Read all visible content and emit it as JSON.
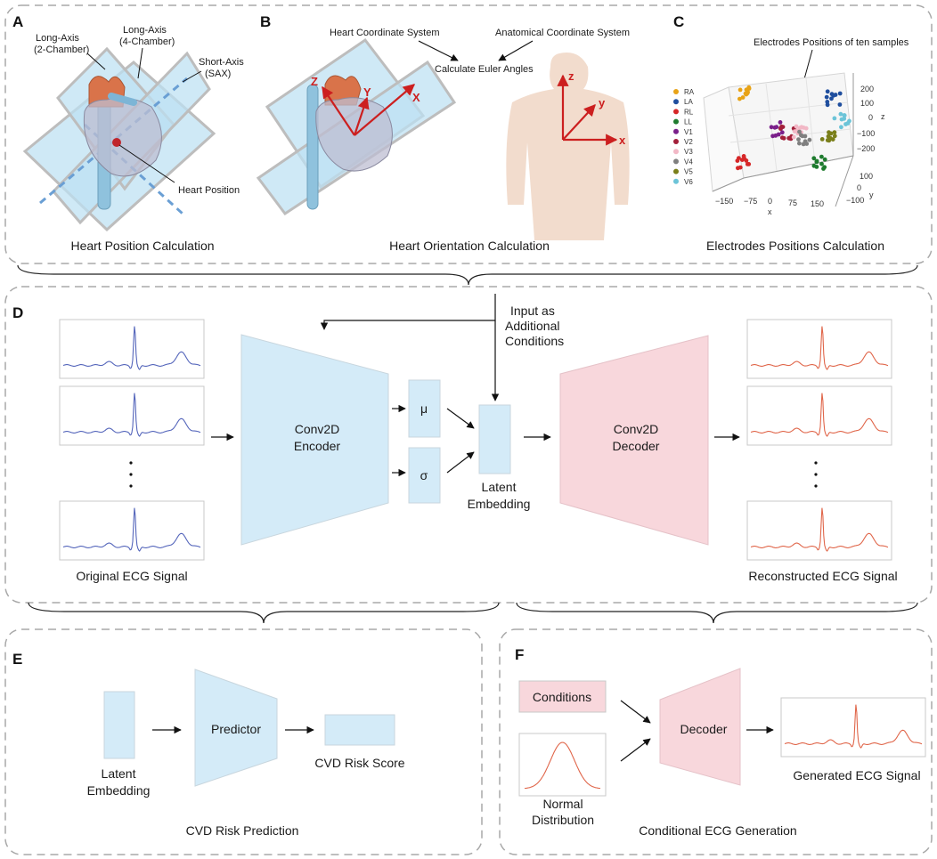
{
  "panels": {
    "A": {
      "letter": "A",
      "caption": "Heart Position Calculation",
      "long_axis_2ch_line1": "Long-Axis",
      "long_axis_2ch_line2": "(2-Chamber)",
      "long_axis_4ch_line1": "Long-Axis",
      "long_axis_4ch_line2": "(4-Chamber)",
      "short_axis_line1": "Short-Axis",
      "short_axis_line2": "(SAX)",
      "heart_position": "Heart Position"
    },
    "B": {
      "letter": "B",
      "caption": "Heart Orientation Calculation",
      "heart_coord": "Heart Coordinate System",
      "anatomical_coord": "Anatomical Coordinate System",
      "euler": "Calculate Euler Angles",
      "axis_Z": "Z",
      "axis_Y": "Y",
      "axis_X": "X",
      "axis_z": "z",
      "axis_y": "y",
      "axis_x": "x"
    },
    "C": {
      "letter": "C",
      "caption": "Electrodes Positions Calculation",
      "title": "Electrodes Positions of ten samples",
      "legend": [
        {
          "name": "RA",
          "color": "#e8a317"
        },
        {
          "name": "LA",
          "color": "#1f4e9e"
        },
        {
          "name": "RL",
          "color": "#d62728"
        },
        {
          "name": "LL",
          "color": "#1e7b2e"
        },
        {
          "name": "V1",
          "color": "#7a1f8a"
        },
        {
          "name": "V2",
          "color": "#a3203a"
        },
        {
          "name": "V3",
          "color": "#f2b8c6"
        },
        {
          "name": "V4",
          "color": "#7f7f7f"
        },
        {
          "name": "V5",
          "color": "#7a7f1a"
        },
        {
          "name": "V6",
          "color": "#6cc4d8"
        }
      ],
      "z_ticks": [
        "200",
        "100",
        "0",
        "−100",
        "−200"
      ],
      "z_label": "z",
      "y_ticks": [
        "100",
        "0",
        "−100"
      ],
      "y_label": "y",
      "x_ticks": [
        "−150",
        "−75",
        "0",
        "75",
        "150"
      ],
      "x_label": "x"
    },
    "D": {
      "letter": "D",
      "input_line1": "Input as",
      "input_line2": "Additional",
      "input_line3": "Conditions",
      "encoder_line1": "Conv2D",
      "encoder_line2": "Encoder",
      "mu": "μ",
      "sigma": "σ",
      "latent_line1": "Latent",
      "latent_line2": "Embedding",
      "decoder_line1": "Conv2D",
      "decoder_line2": "Decoder",
      "original": "Original ECG Signal",
      "reconstructed": "Reconstructed ECG Signal"
    },
    "E": {
      "letter": "E",
      "latent_line1": "Latent",
      "latent_line2": "Embedding",
      "predictor": "Predictor",
      "risk_score": "CVD Risk Score",
      "caption": "CVD Risk Prediction"
    },
    "F": {
      "letter": "F",
      "conditions": "Conditions",
      "normal_line1": "Normal",
      "normal_line2": "Distribution",
      "decoder": "Decoder",
      "generated": "Generated ECG Signal",
      "caption": "Conditional ECG Generation"
    }
  },
  "colors": {
    "blue_fill": "#d4ebf8",
    "pink_fill": "#f8d7dc",
    "ecg_blue": "#5566bb",
    "ecg_red": "#e0664a",
    "axis_red": "#cc1f1f",
    "dashed_border": "#a9a9a9"
  }
}
